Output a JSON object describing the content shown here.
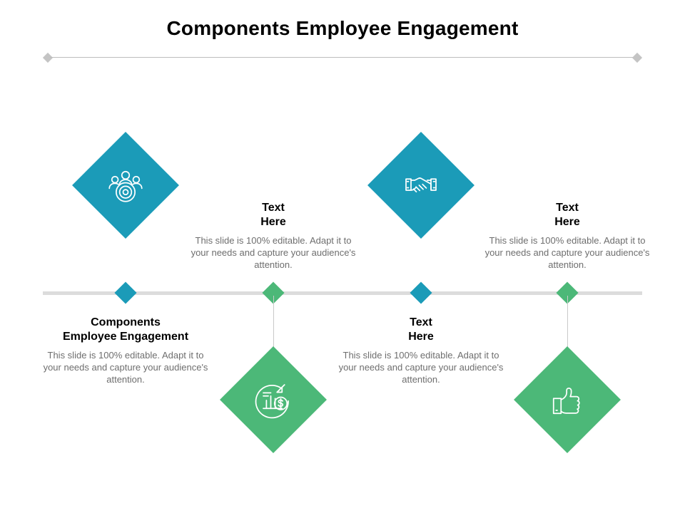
{
  "slide": {
    "title": "Components Employee Engagement",
    "divider": {
      "left_cap": "diamond",
      "right_cap": "diamond",
      "line_color": "#bcbcbc"
    },
    "axis": {
      "color": "#dcdcdc"
    }
  },
  "palette": {
    "teal": "#1B9BB8",
    "green": "#4CB878",
    "heading_text": "#000000",
    "body_text": "#6e6e6e",
    "background": "#ffffff",
    "stem": "#c9c9c9"
  },
  "body_text_default": "This slide is 100% editable. Adapt it to your needs and capture your audience's attention.",
  "nodes": [
    {
      "id": "node-1",
      "position": "above",
      "color": "teal",
      "icon": "people-target-icon",
      "heading": "Components\nEmployee Engagement",
      "body": "This slide is 100% editable. Adapt it to your needs and capture your audience's attention."
    },
    {
      "id": "node-2",
      "position": "below",
      "color": "green",
      "icon": "growth-chart-dollar-icon",
      "heading": "Text\nHere",
      "body": "This slide is 100% editable. Adapt it to your needs and capture your audience's attention."
    },
    {
      "id": "node-3",
      "position": "above",
      "color": "teal",
      "icon": "handshake-icon",
      "heading": "Text\nHere",
      "body": "This slide is 100% editable. Adapt it to your needs and capture your audience's attention."
    },
    {
      "id": "node-4",
      "position": "below",
      "color": "green",
      "icon": "thumbs-up-icon",
      "heading": "Text\nHere",
      "body": "This slide is 100% editable. Adapt it to your needs and capture your audience's attention."
    }
  ]
}
